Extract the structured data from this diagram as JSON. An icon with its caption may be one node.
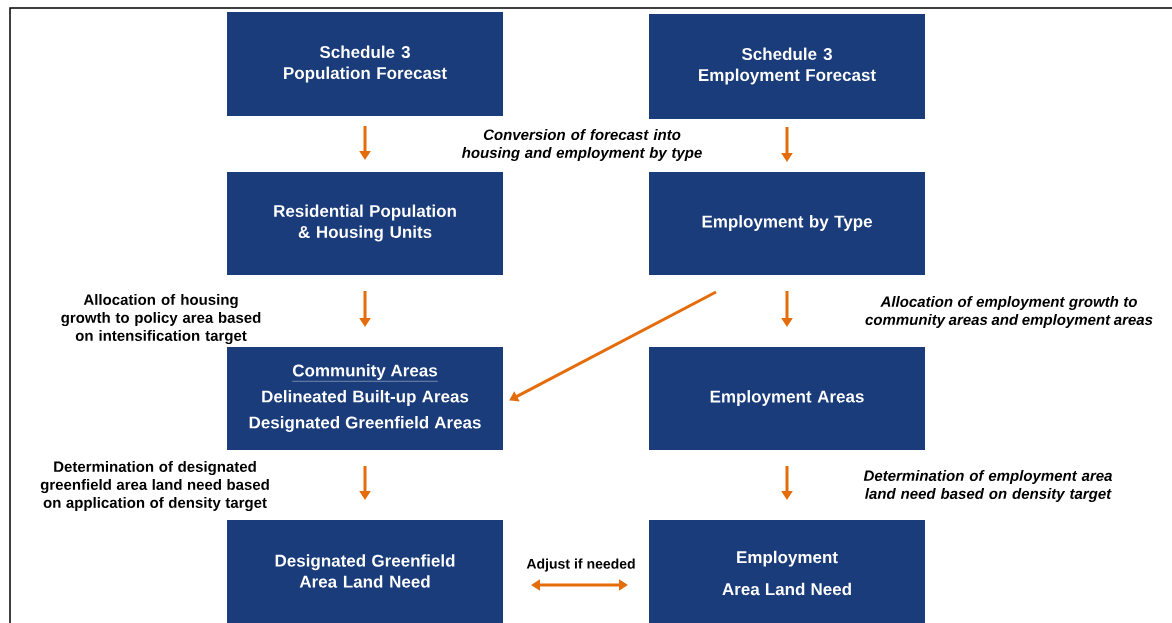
{
  "diagram": {
    "nodes": [
      {
        "text": [
          "Schedule 3 Population Forecast"
        ]
      },
      {
        "text": [
          "Schedule 3 Employment Forecast"
        ]
      },
      {
        "text": [
          "Residential Population & Housing Units"
        ]
      },
      {
        "text": [
          "Employment by Type"
        ]
      },
      {
        "text": [
          "Community Areas",
          "Delineated Built-up Areas",
          "Designated Greenfield Areas"
        ]
      },
      {
        "text": [
          "Employment Areas"
        ]
      },
      {
        "text": [
          "Designated Greenfield Area Land Need"
        ]
      },
      {
        "text": [
          "Employment Area Land Need"
        ]
      }
    ],
    "edges": [
      {
        "from": 0,
        "to": 2,
        "arrow": "to"
      },
      {
        "from": 1,
        "to": 3,
        "arrow": "to"
      },
      {
        "from": 2,
        "to": 4,
        "arrow": "to"
      },
      {
        "from": 3,
        "to": 5,
        "arrow": "to"
      },
      {
        "from": 3,
        "to": 4,
        "arrow": "to"
      },
      {
        "from": 4,
        "to": 6,
        "arrow": "to"
      },
      {
        "from": 5,
        "to": 7,
        "arrow": "to"
      },
      {
        "from": 6,
        "to": 7,
        "arrow": "both",
        "label": "Adjust if needed"
      }
    ],
    "labels": [
      "Conversion of forecast into housing and employment by type",
      "Allocation of housing growth to policy area based on intensification target",
      "Allocation of employment growth to community areas and employment areas",
      "Determination of designated greenfield area land need based on application of density target",
      "Determination of employment area land need based on density target"
    ]
  }
}
